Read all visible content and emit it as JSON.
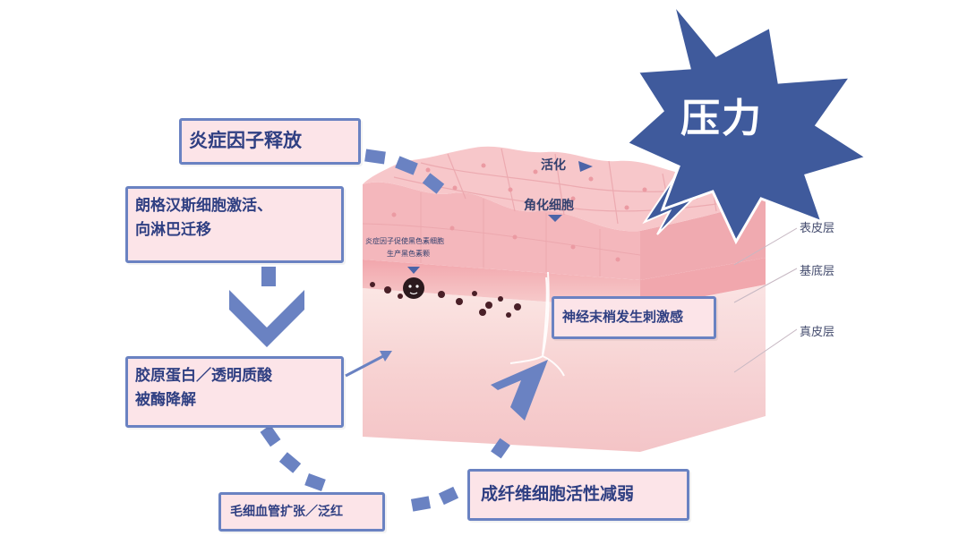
{
  "stress": {
    "title": "压力"
  },
  "boxes": {
    "inflammation": "炎症因子释放",
    "langerhans": [
      "朗格汉斯细胞激活、",
      "向淋巴迁移"
    ],
    "collagen": [
      "胶原蛋白／透明质酸",
      "被酶降解"
    ],
    "capillary": "毛细血管扩张／泛红",
    "fibroblast": "成纤维细胞活性减弱",
    "nerve": "神经末梢发生刺激感"
  },
  "skin_labels": {
    "activate": "活化",
    "keratinocyte": "角化细胞",
    "melanin_line1": "炎症因子促使黑色素细胞",
    "melanin_line2": "生产黑色素颗"
  },
  "layers": {
    "epidermis": "表皮层",
    "basal": "基底层",
    "dermis": "真皮层"
  },
  "colors": {
    "accent_blue": "#6a82c2",
    "box_fill": "#fce4e8",
    "text_navy": "#2f3f82",
    "star_fill": "#3f5a9c",
    "skin_pink": "#f3b8bd"
  }
}
